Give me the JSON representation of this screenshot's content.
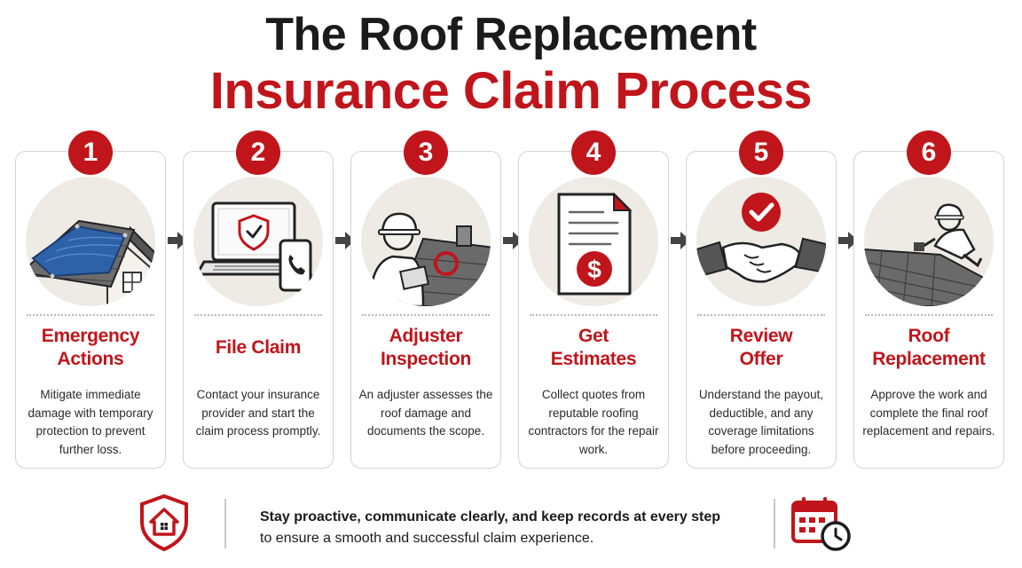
{
  "title": {
    "line1": "The Roof Replacement",
    "line2": "Insurance Claim Process"
  },
  "colors": {
    "accent": "#c0151b",
    "dark": "#1b1b1b",
    "card_border": "#d4d4d4",
    "illustration_bg": "#eeeae4"
  },
  "steps": [
    {
      "number": "1",
      "title": "Emergency\nActions",
      "icon": "tarp-roof-house-icon",
      "description": "Mitigate immediate damage with temporary protection to prevent further loss."
    },
    {
      "number": "2",
      "title": "File Claim",
      "icon": "laptop-shield-phone-icon",
      "description": "Contact your insurance provider and start the claim process promptly."
    },
    {
      "number": "3",
      "title": "Adjuster\nInspection",
      "icon": "adjuster-inspecting-roof-icon",
      "description": "An adjuster assesses the roof damage and documents the scope."
    },
    {
      "number": "4",
      "title": "Get\nEstimates",
      "icon": "estimate-document-dollar-icon",
      "description": "Collect quotes from reputable roofing contractors for the repair work."
    },
    {
      "number": "5",
      "title": "Review\nOffer",
      "icon": "handshake-check-icon",
      "description": "Understand the payout, deductible, and any coverage limitations before proceeding."
    },
    {
      "number": "6",
      "title": "Roof\nReplacement",
      "icon": "roofer-working-icon",
      "description": "Approve the work and complete the final roof replacement and repairs."
    }
  ],
  "footer": {
    "line1": "Stay proactive, communicate clearly, and keep records at every step",
    "line2": "to ensure a smooth and successful claim experience.",
    "left_icon": "shield-house-icon",
    "right_icon": "calendar-clock-icon"
  }
}
